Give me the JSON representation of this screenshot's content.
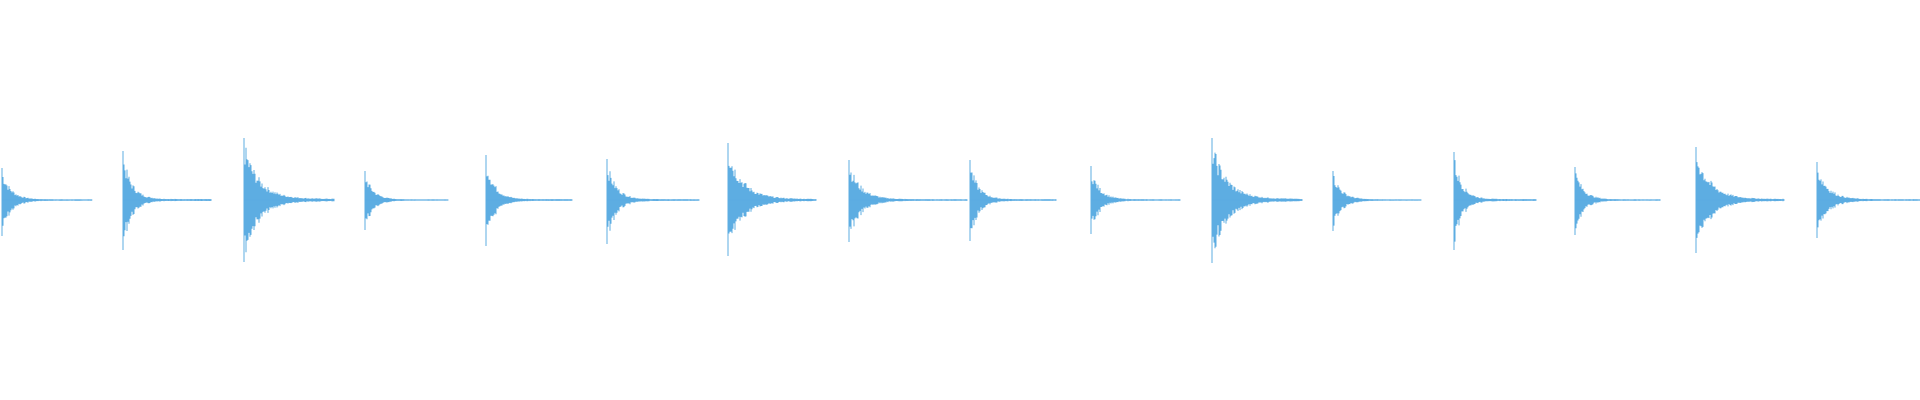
{
  "waveform": {
    "color": "#5dade2",
    "background": "#ffffff",
    "pulse_count": 16,
    "pulses": [
      {
        "index": 1,
        "peak_up": 0.32,
        "peak_down": 0.36,
        "decay": "fast"
      },
      {
        "index": 2,
        "peak_up": 0.49,
        "peak_down": 0.5,
        "decay": "fast"
      },
      {
        "index": 3,
        "peak_up": 0.62,
        "peak_down": 0.62,
        "decay": "slow"
      },
      {
        "index": 4,
        "peak_up": 0.29,
        "peak_down": 0.3,
        "decay": "fast"
      },
      {
        "index": 5,
        "peak_up": 0.45,
        "peak_down": 0.46,
        "decay": "fast"
      },
      {
        "index": 6,
        "peak_up": 0.41,
        "peak_down": 0.44,
        "decay": "fast"
      },
      {
        "index": 7,
        "peak_up": 0.57,
        "peak_down": 0.56,
        "decay": "slow"
      },
      {
        "index": 8,
        "peak_up": 0.4,
        "peak_down": 0.42,
        "decay": "fast"
      },
      {
        "index": 9,
        "peak_up": 0.4,
        "peak_down": 0.41,
        "decay": "fast"
      },
      {
        "index": 10,
        "peak_up": 0.34,
        "peak_down": 0.34,
        "decay": "fast"
      },
      {
        "index": 11,
        "peak_up": 0.62,
        "peak_down": 0.63,
        "decay": "slow"
      },
      {
        "index": 12,
        "peak_up": 0.29,
        "peak_down": 0.31,
        "decay": "fast"
      },
      {
        "index": 13,
        "peak_up": 0.48,
        "peak_down": 0.5,
        "decay": "fast"
      },
      {
        "index": 14,
        "peak_up": 0.33,
        "peak_down": 0.35,
        "decay": "fast"
      },
      {
        "index": 15,
        "peak_up": 0.53,
        "peak_down": 0.53,
        "decay": "slow"
      },
      {
        "index": 16,
        "peak_up": 0.38,
        "peak_down": 0.38,
        "decay": "fast"
      }
    ]
  }
}
